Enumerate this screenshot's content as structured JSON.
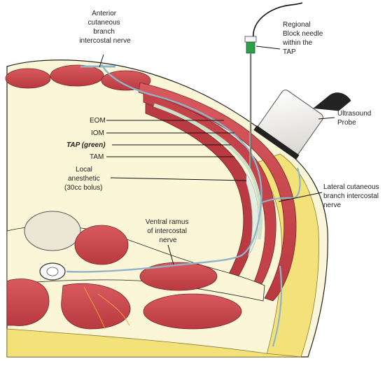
{
  "labels": {
    "anterior_nerve": [
      "Anterior",
      "cutaneous",
      "branch",
      "intercostal nerve"
    ],
    "needle": [
      "Regional",
      "Block needle",
      "within the",
      "TAP"
    ],
    "eom": "EOM",
    "iom": "IOM",
    "tap": "TAP (green)",
    "tam": "TAM",
    "local_anesthetic": [
      "Local",
      "anesthetic",
      "(30cc bolus)"
    ],
    "probe": [
      "Ultrasound",
      "Probe"
    ],
    "lateral_nerve": [
      "Lateral cutaneous",
      "branch intercostal",
      "nerve"
    ],
    "ventral_ramus": [
      "Ventral ramus",
      "of intercostal",
      "nerve"
    ]
  },
  "colors": {
    "muscle": "#c9454a",
    "muscle_dark": "#a83238",
    "fat": "#f3e27a",
    "tap_layer": "#cfe0c8",
    "nerve": "#8fb4c8",
    "skin_line": "#222222",
    "bone": "#ece6d4",
    "probe": "#f4f3ef"
  }
}
